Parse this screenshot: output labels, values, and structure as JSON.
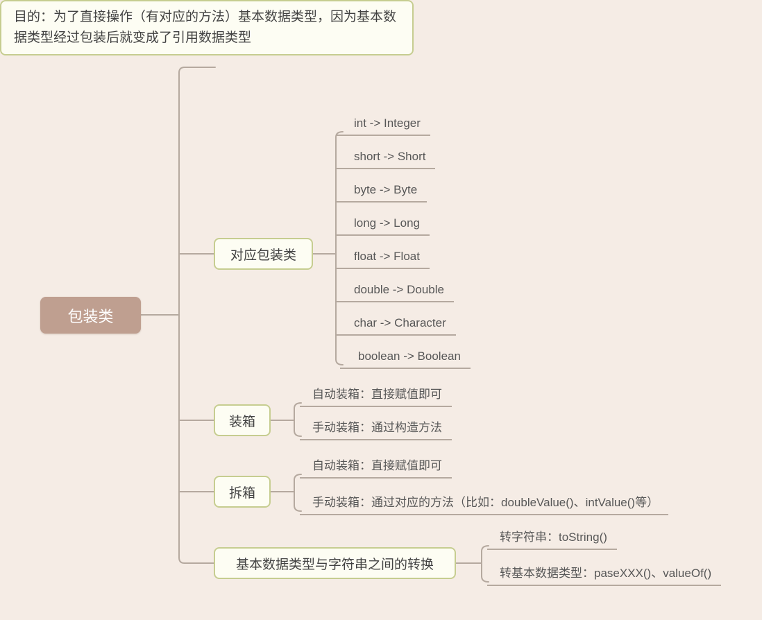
{
  "root": {
    "label": "包装类"
  },
  "purpose": {
    "label": "目的：为了直接操作（有对应的方法）基本数据类型，因为基本数据类型经过包装后就变成了引用数据类型"
  },
  "wrapper": {
    "label": "对应包装类",
    "items": [
      {
        "label": "int -> Integer"
      },
      {
        "label": "short -> Short"
      },
      {
        "label": "byte -> Byte"
      },
      {
        "label": "long -> Long"
      },
      {
        "label": "float -> Float"
      },
      {
        "label": "double -> Double"
      },
      {
        "label": "char -> Character"
      },
      {
        "label": "boolean -> Boolean"
      }
    ]
  },
  "boxing": {
    "label": "装箱",
    "items": [
      {
        "label": "自动装箱：直接赋值即可"
      },
      {
        "label": "手动装箱：通过构造方法"
      }
    ]
  },
  "unboxing": {
    "label": "拆箱",
    "items": [
      {
        "label": "自动装箱：直接赋值即可"
      },
      {
        "label": "手动装箱：通过对应的方法（比如：doubleValue()、intValue()等）"
      }
    ]
  },
  "conversion": {
    "label": "基本数据类型与字符串之间的转换",
    "items": [
      {
        "label": "转字符串：toString()"
      },
      {
        "label": "转基本数据类型：paseXXX()、valueOf()"
      }
    ]
  },
  "colors": {
    "background": "#f5ece5",
    "root_bg": "#bf9f90",
    "branch_border": "#c6cd90",
    "line": "#b5a99f"
  }
}
